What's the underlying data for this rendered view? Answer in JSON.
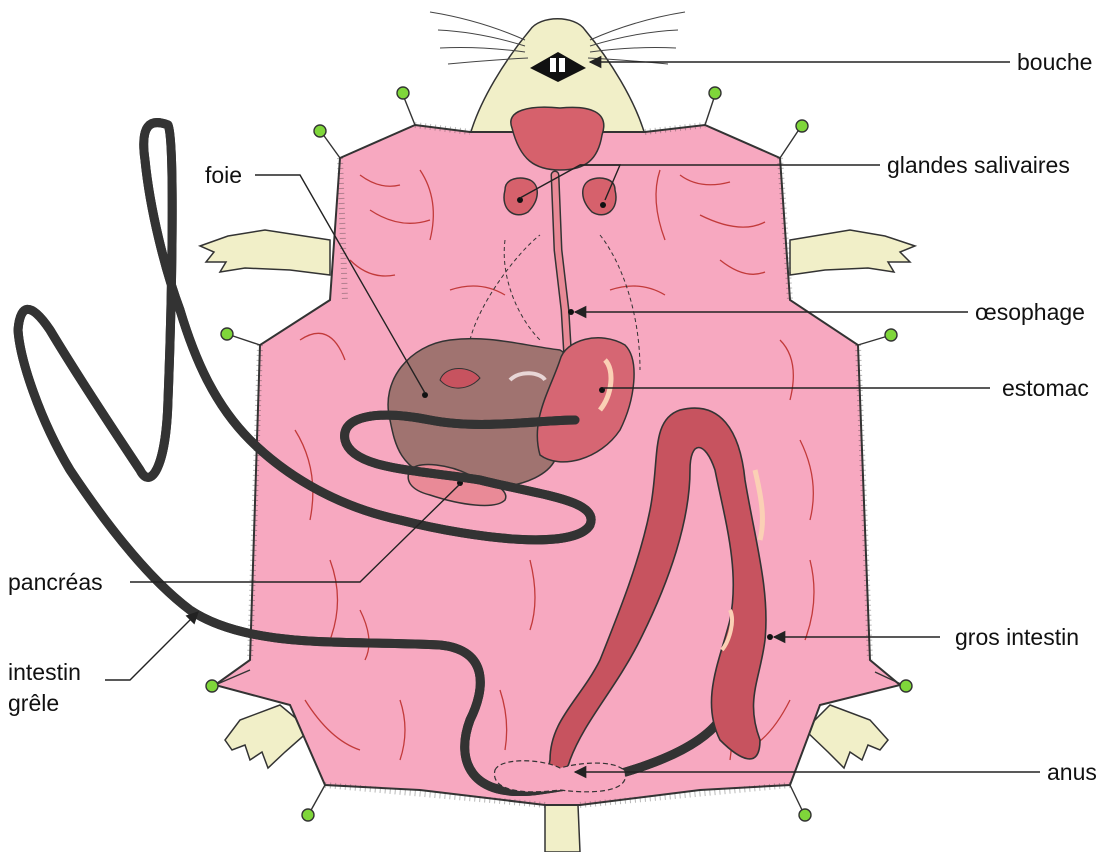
{
  "labels": {
    "mouth": "bouche",
    "salivary_glands": "glandes salivaires",
    "liver": "foie",
    "esophagus": "œsophage",
    "stomach": "estomac",
    "pancreas": "pancréas",
    "large_intestine": "gros intestin",
    "small_intestine_line1": "intestin",
    "small_intestine_line2": "grêle",
    "anus": "anus"
  },
  "colors": {
    "skin": "#f7a8c0",
    "skin_outline": "#333333",
    "fur": "#f1efc8",
    "muscle_lines": "#c23a3a",
    "intestine": "#e98a97",
    "large_intestine": "#c7535f",
    "liver": "#a07370",
    "stomach": "#d66673",
    "salivary": "#d6616c",
    "pin_head": "#7fd63a"
  }
}
